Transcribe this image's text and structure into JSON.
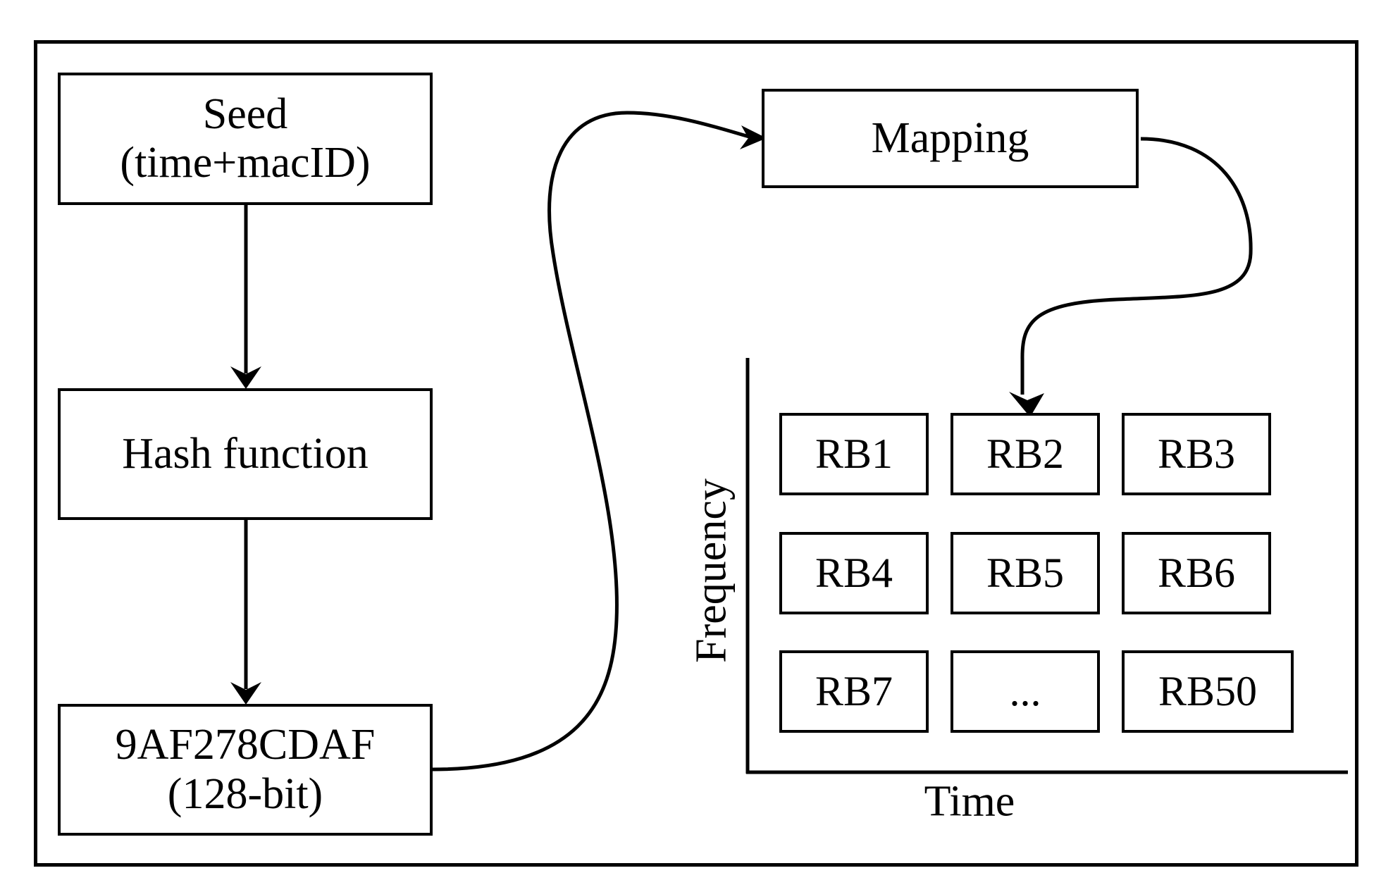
{
  "nodes": {
    "seed": {
      "line1": "Seed",
      "line2": "(time+macID)"
    },
    "hash": {
      "label": "Hash function"
    },
    "output": {
      "line1": "9AF278CDAF",
      "line2": "(128-bit)"
    },
    "mapping": {
      "label": "Mapping"
    }
  },
  "grid": {
    "axis_y": "Frequency",
    "axis_x": "Time",
    "blocks": [
      "RB1",
      "RB2",
      "RB3",
      "RB4",
      "RB5",
      "RB6",
      "RB7",
      "...",
      "RB50"
    ]
  },
  "colors": {
    "stroke": "#000000",
    "background": "#ffffff"
  }
}
